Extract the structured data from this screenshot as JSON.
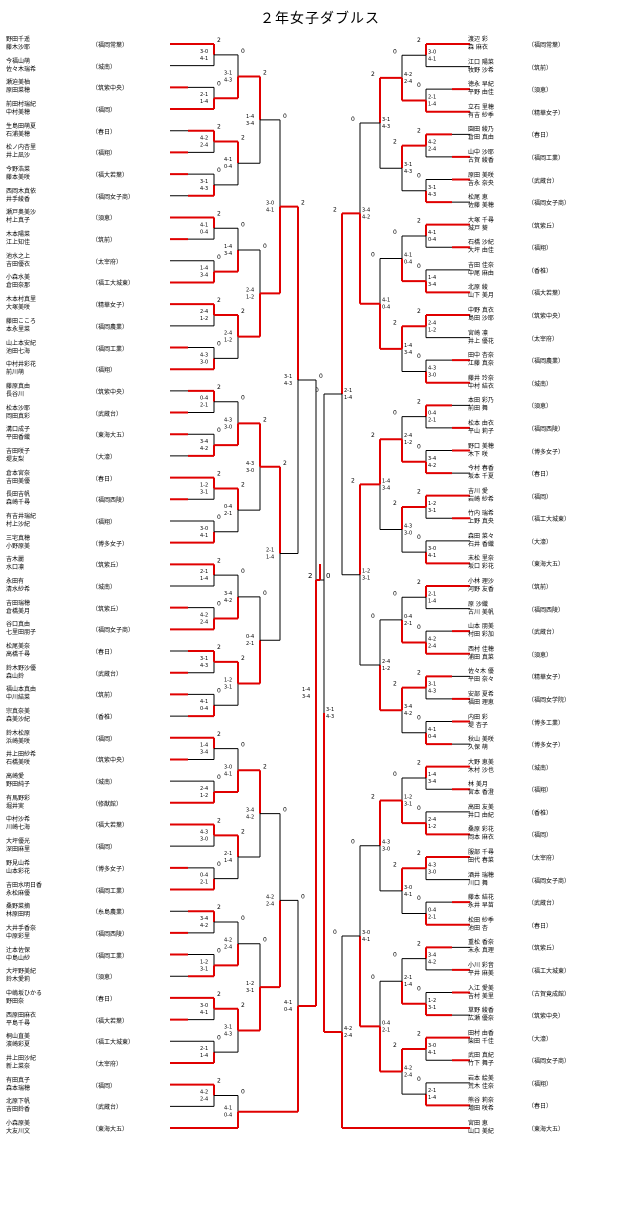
{
  "title": "２年女子ダブルス",
  "colors": {
    "winner_line": "#e00000",
    "loser_line": "#000000",
    "text": "#000000"
  },
  "left_draw": [
    {
      "p1": "野田千遥",
      "p2": "藤木沙耶",
      "team": "（福岡常葉）"
    },
    {
      "p1": "今福山萌",
      "p2": "佐々木瑞希",
      "team": "（城南）"
    },
    {
      "p1": "瀬迫美柚",
      "p2": "原田菜穂",
      "team": "（筑紫中央）"
    },
    {
      "p1": "前田村瑞紀",
      "p2": "中村美穂",
      "team": "（福岡）"
    },
    {
      "p1": "生島田萌夏",
      "p2": "石浦美穂",
      "team": "（春日）"
    },
    {
      "p1": "松ノ内杏里",
      "p2": "井上凪沙",
      "team": "（福翔）"
    },
    {
      "p1": "今野浩菜",
      "p2": "藤本美咲",
      "team": "（福大若葉）"
    },
    {
      "p1": "西岡木真依",
      "p2": "井手綾香",
      "team": "（福岡女子商）"
    },
    {
      "p1": "瀬戸奥美沙",
      "p2": "村上真子",
      "team": "（須恵）"
    },
    {
      "p1": "木本陽菜",
      "p2": "江上知佳",
      "team": "（筑前）"
    },
    {
      "p1": "池水之上",
      "p2": "吉田優衣",
      "team": "（太宰府）"
    },
    {
      "p1": "小森水美",
      "p2": "倉田奈那",
      "team": "（福工大城東）"
    },
    {
      "p1": "木本村真里",
      "p2": "大塚美咲",
      "team": "（精華女子）"
    },
    {
      "p1": "藤田こころ",
      "p2": "本永里菜",
      "team": "（福岡農業）"
    },
    {
      "p1": "山上本安紀",
      "p2": "池田七海",
      "team": "（福岡工業）"
    },
    {
      "p1": "中村井彩花",
      "p2": "前川萌",
      "team": "（福翔）"
    },
    {
      "p1": "藤原真由",
      "p2": "長谷川",
      "team": "（筑紫中央）"
    },
    {
      "p1": "松本沙耶",
      "p2": "岡田真彩",
      "team": "（武蔵台）"
    },
    {
      "p1": "溝口成子",
      "p2": "平田香織",
      "team": "（東海大五）"
    },
    {
      "p1": "吉田咲子",
      "p2": "堤友梨",
      "team": "（大濠）"
    },
    {
      "p1": "倉本宮奈",
      "p2": "吉田美優",
      "team": "（春日）"
    },
    {
      "p1": "長田吉帆",
      "p2": "森崎千尋",
      "team": "（福岡西陵）"
    },
    {
      "p1": "有吉井瑞紀",
      "p2": "村上沙紀",
      "team": "（福翔）"
    },
    {
      "p1": "三宅真穂",
      "p2": "小野原美",
      "team": "（博多女子）"
    },
    {
      "p1": "吉木麗",
      "p2": "水口凛",
      "team": "（筑紫丘）"
    },
    {
      "p1": "永田有",
      "p2": "清水紗希",
      "team": "（城南）"
    },
    {
      "p1": "吉田瑞穂",
      "p2": "倉橋美月",
      "team": "（筑紫丘）"
    },
    {
      "p1": "谷口真由",
      "p2": "七里田朋子",
      "team": "（福岡女子商）"
    },
    {
      "p1": "松尾美奈",
      "p2": "高橋千尋",
      "team": "（春日）"
    },
    {
      "p1": "鈴木野沙優",
      "p2": "森山鈴",
      "team": "（武蔵台）"
    },
    {
      "p1": "福山本真由",
      "p2": "中川結菜",
      "team": "（筑前）"
    },
    {
      "p1": "宗真奈美",
      "p2": "森美沙紀",
      "team": "（香椎）"
    },
    {
      "p1": "鈴木松原",
      "p2": "浜崎美咲",
      "team": "（福岡）"
    },
    {
      "p1": "井上田紗希",
      "p2": "石橋美咲",
      "team": "（筑紫中央）"
    },
    {
      "p1": "高崎愛",
      "p2": "野田純子",
      "team": "（城南）"
    },
    {
      "p1": "有馬野彩",
      "p2": "堀井実",
      "team": "（修猷館）"
    },
    {
      "p1": "中村沙希",
      "p2": "川崎七海",
      "team": "（福大若葉）"
    },
    {
      "p1": "大坪優光",
      "p2": "深田麻里",
      "team": "（福岡）"
    },
    {
      "p1": "野見山希",
      "p2": "山本彩花",
      "team": "（博多女子）"
    },
    {
      "p1": "吉田水明日香",
      "p2": "永松麻優",
      "team": "（福岡工業）"
    },
    {
      "p1": "桑野菜摘",
      "p2": "林原田明",
      "team": "（糸島農業）"
    },
    {
      "p1": "大井手香奈",
      "p2": "中原彩里",
      "team": "（福岡西陵）"
    },
    {
      "p1": "辻本佐保",
      "p2": "中島山紗",
      "team": "（福岡工業）"
    },
    {
      "p1": "大坪野美紀",
      "p2": "鈴木愛莉",
      "team": "（須恵）"
    },
    {
      "p1": "中嶋坂ひかる",
      "p2": "野田奈",
      "team": "（春日）"
    },
    {
      "p1": "西原田麻衣",
      "p2": "平島千尋",
      "team": "（福大若葉）"
    },
    {
      "p1": "桐山直美",
      "p2": "濱崎彩夏",
      "team": "（福工大城東）"
    },
    {
      "p1": "井上田沙紀",
      "p2": "新上菜奈",
      "team": "（太宰府）"
    },
    {
      "p1": "有田真子",
      "p2": "森本瑞穂",
      "team": "（福岡）"
    },
    {
      "p1": "北原下帆",
      "p2": "吉田鈴香",
      "team": "（武蔵台）"
    },
    {
      "p1": "小森原美",
      "p2": "大友川文",
      "team": "（東海大五）"
    }
  ],
  "right_draw": [
    {
      "p1": "渡辺 彩",
      "p2": "森 麻衣",
      "team": "（福岡常葉）"
    },
    {
      "p1": "江口 陽菜",
      "p2": "牧野 沙希",
      "team": "（筑前）"
    },
    {
      "p1": "徳永 早紀",
      "p2": "平野 由佳",
      "team": "（須恵）"
    },
    {
      "p1": "立石 里穂",
      "p2": "有吉 紗季",
      "team": "（精華女子）"
    },
    {
      "p1": "園田 綾乃",
      "p2": "倉田 真由",
      "team": "（春日）"
    },
    {
      "p1": "山中 沙耶",
      "p2": "古賀 綾香",
      "team": "（福岡工業）"
    },
    {
      "p1": "原田 美咲",
      "p2": "吉永 奈央",
      "team": "（武蔵台）"
    },
    {
      "p1": "松尾 恵",
      "p2": "佐藤 美穂",
      "team": "（福岡女子商）"
    },
    {
      "p1": "大塚 千尋",
      "p2": "城戸 葵",
      "team": "（筑紫丘）"
    },
    {
      "p1": "石橋 沙紀",
      "p2": "大坪 由佳",
      "team": "（福翔）"
    },
    {
      "p1": "吉田 佳奈",
      "p2": "中尾 麻由",
      "team": "（香椎）"
    },
    {
      "p1": "北原 綾",
      "p2": "山下 美月",
      "team": "（福大若葉）"
    },
    {
      "p1": "中野 真衣",
      "p2": "島田 沙耶",
      "team": "（筑紫中央）"
    },
    {
      "p1": "宮崎 凛",
      "p2": "井上 優花",
      "team": "（太宰府）"
    },
    {
      "p1": "田中 杏奈",
      "p2": "江藤 真奈",
      "team": "（福岡農業）"
    },
    {
      "p1": "藤井 玲奈",
      "p2": "中村 結衣",
      "team": "（城南）"
    },
    {
      "p1": "本田 彩乃",
      "p2": "前田 舞",
      "team": "（須恵）"
    },
    {
      "p1": "松本 由衣",
      "p2": "平山 莉子",
      "team": "（福岡西陵）"
    },
    {
      "p1": "野口 美穂",
      "p2": "木下 咲",
      "team": "（博多女子）"
    },
    {
      "p1": "今村 春香",
      "p2": "坂本 千夏",
      "team": "（春日）"
    },
    {
      "p1": "吉川 愛",
      "p2": "岩崎 紗希",
      "team": "（福岡）"
    },
    {
      "p1": "竹内 瑞希",
      "p2": "上野 真央",
      "team": "（福工大城東）"
    },
    {
      "p1": "森田 菜々",
      "p2": "石井 香織",
      "team": "（大濠）"
    },
    {
      "p1": "末松 里奈",
      "p2": "坂口 彩花",
      "team": "（東海大五）"
    },
    {
      "p1": "小林 理沙",
      "p2": "河野 友香",
      "team": "（筑前）"
    },
    {
      "p1": "原 沙織",
      "p2": "古川 美帆",
      "team": "（福岡西陵）"
    },
    {
      "p1": "山本 朋美",
      "p2": "村田 彩加",
      "team": "（武蔵台）"
    },
    {
      "p1": "西村 佳穂",
      "p2": "浦田 真菜",
      "team": "（須恵）"
    },
    {
      "p1": "佐々木 優",
      "p2": "平田 奈々",
      "team": "（精華女子）"
    },
    {
      "p1": "安部 夏希",
      "p2": "福田 理恵",
      "team": "（福岡女学院）"
    },
    {
      "p1": "内田 彩",
      "p2": "堤 杏子",
      "team": "（博多工業）"
    },
    {
      "p1": "秋山 美咲",
      "p2": "久保 萌",
      "team": "（博多女子）"
    },
    {
      "p1": "大野 恵美",
      "p2": "木村 沙也",
      "team": "（城南）"
    },
    {
      "p1": "林 美月",
      "p2": "宮本 香澄",
      "team": "（福翔）"
    },
    {
      "p1": "高田 友美",
      "p2": "井口 由紀",
      "team": "（香椎）"
    },
    {
      "p1": "桑原 彩花",
      "p2": "岡本 麻衣",
      "team": "（福岡）"
    },
    {
      "p1": "服部 千尋",
      "p2": "田代 春菜",
      "team": "（太宰府）"
    },
    {
      "p1": "酒井 瑞穂",
      "p2": "川口 舞",
      "team": "（福岡女子商）"
    },
    {
      "p1": "藤本 結花",
      "p2": "永井 早苗",
      "team": "（武蔵台）"
    },
    {
      "p1": "松田 紗季",
      "p2": "池田 杏",
      "team": "（春日）"
    },
    {
      "p1": "重松 香奈",
      "p2": "末永 真理",
      "team": "（筑紫丘）"
    },
    {
      "p1": "小川 彩音",
      "p2": "平井 麻美",
      "team": "（福工大城東）"
    },
    {
      "p1": "入江 愛美",
      "p2": "吉村 美里",
      "team": "（古賀竟成館）"
    },
    {
      "p1": "草野 綾香",
      "p2": "広瀬 優奈",
      "team": "（筑紫中央）"
    },
    {
      "p1": "田村 由香",
      "p2": "柴田 千佳",
      "team": "（大濠）"
    },
    {
      "p1": "武田 真紀",
      "p2": "竹下 舞子",
      "team": "（福岡女子商）"
    },
    {
      "p1": "岩本 絵美",
      "p2": "荒木 佳奈",
      "team": "（福翔）"
    },
    {
      "p1": "熊谷 莉奈",
      "p2": "増田 咲希",
      "team": "（春日）"
    },
    {
      "p1": "宮田 恵",
      "p2": "山口 美紀",
      "team": "（東海大五）"
    }
  ],
  "final_scores": {
    "left": "2",
    "right": "0"
  },
  "match_scores": [
    "3-0",
    "2-1",
    "4-2",
    "3-1",
    "4-1",
    "1-4",
    "2-4",
    "4-3",
    "0-4",
    "3-4",
    "1-2"
  ]
}
